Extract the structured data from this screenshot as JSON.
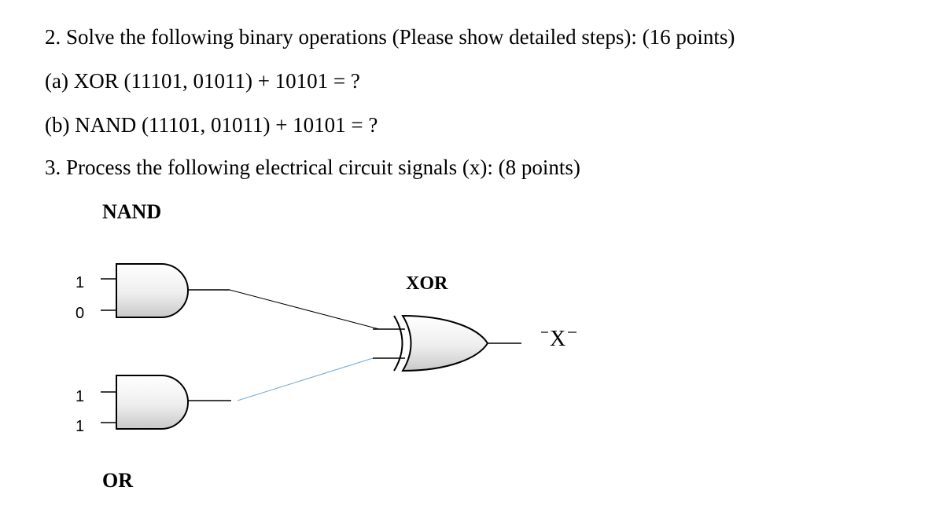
{
  "questions": {
    "q2": "2. Solve the following binary operations (Please show detailed steps): (16 points)",
    "q2a": "(a) XOR (11101, 01011) + 10101 = ?",
    "q2b": "(b) NAND (11101, 01011) + 10101 = ?",
    "q3": "3. Process the following electrical circuit signals (x): (8 points)"
  },
  "circuit": {
    "gate1_label": "NAND",
    "gate2_label": "OR",
    "gate3_label": "XOR",
    "output_label": "X",
    "gate1_inputs": [
      "1",
      "0"
    ],
    "gate2_inputs": [
      "1",
      "1"
    ],
    "wire2_color": "#6fa8d6"
  }
}
